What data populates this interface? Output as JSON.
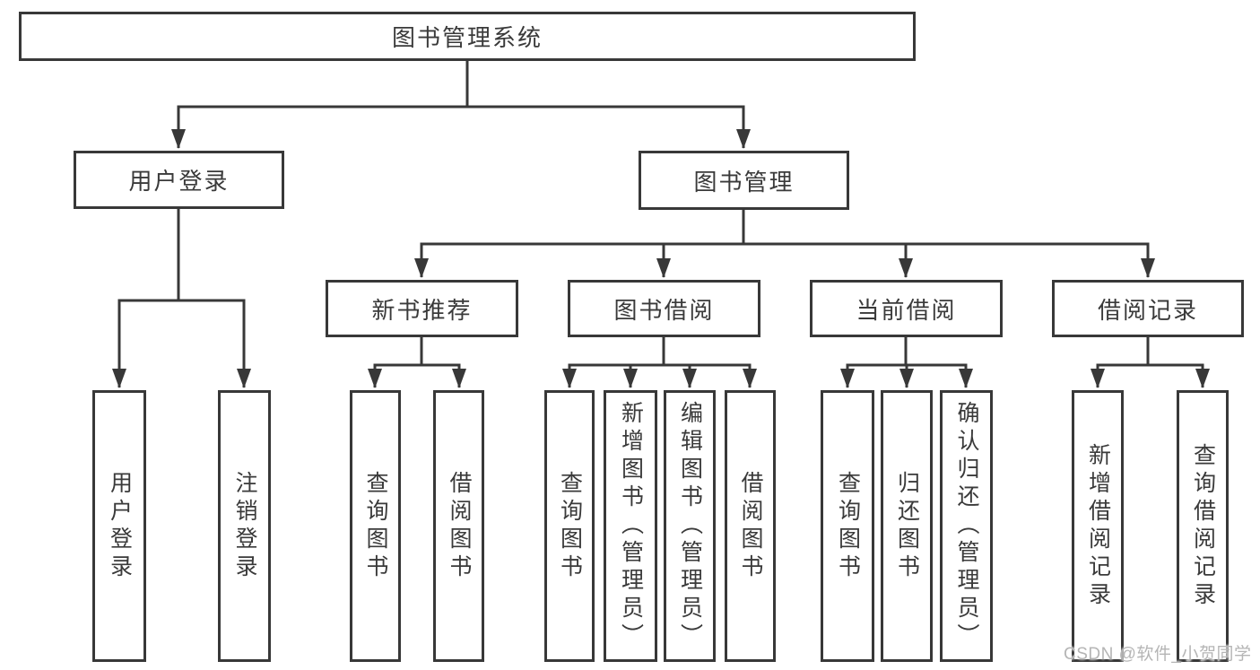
{
  "tree": {
    "label": "图书管理系统",
    "children": [
      {
        "label": "用户登录",
        "children": [
          {
            "label": "用户登录"
          },
          {
            "label": "注销登录"
          }
        ]
      },
      {
        "label": "图书管理",
        "children": [
          {
            "label": "新书推荐",
            "children": [
              {
                "label": "查询图书"
              },
              {
                "label": "借阅图书"
              }
            ]
          },
          {
            "label": "图书借阅",
            "children": [
              {
                "label": "查询图书"
              },
              {
                "label": "新增图书（管理员）"
              },
              {
                "label": "编辑图书（管理员）"
              },
              {
                "label": "借阅图书"
              }
            ]
          },
          {
            "label": "当前借阅",
            "children": [
              {
                "label": "查询图书"
              },
              {
                "label": "归还图书"
              },
              {
                "label": "确认归还（管理员）"
              }
            ]
          },
          {
            "label": "借阅记录",
            "children": [
              {
                "label": "新增借阅记录"
              },
              {
                "label": "查询借阅记录"
              }
            ]
          }
        ]
      }
    ]
  },
  "watermark": "CSDN @软件_小贺同学",
  "colors": {
    "line": "#383838",
    "text": "#3a3a3a",
    "watermark_text": "#b5b5b5",
    "background": "#ffffff"
  }
}
